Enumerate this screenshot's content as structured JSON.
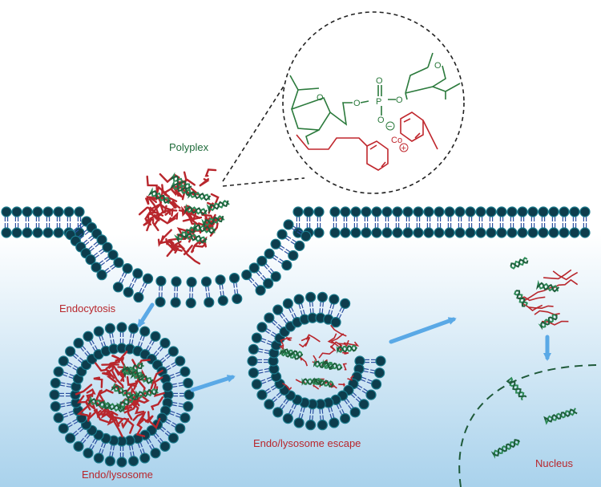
{
  "labels": {
    "polyplex": "Polyplex",
    "endocytosis": "Endocytosis",
    "endolysosome": "Endo/lysosome",
    "escape": "Endo/lysosome escape",
    "nucleus": "Nucleus"
  },
  "chem": {
    "o_ring_left": "O",
    "o_ring_right": "O",
    "o_link_left": "O",
    "o_link_right": "O",
    "p": "P",
    "o_double": "O",
    "o_minus": "O",
    "co": "Co",
    "plus_sign": "+",
    "minus_sign": "−"
  },
  "colors": {
    "membrane_head": "#0d3d4d",
    "membrane_head_stroke": "#1a7a8c",
    "lipid_tail": "#2b4fa0",
    "polymer_red": "#b8262c",
    "dna_green": "#2d8a57",
    "arrow_blue": "#5aa9e6",
    "chem_green": "#2b7a3c",
    "chem_red": "#c0272d",
    "cytoplasm_top": "#ffffff",
    "cytoplasm_bottom": "#a9d2ec"
  }
}
